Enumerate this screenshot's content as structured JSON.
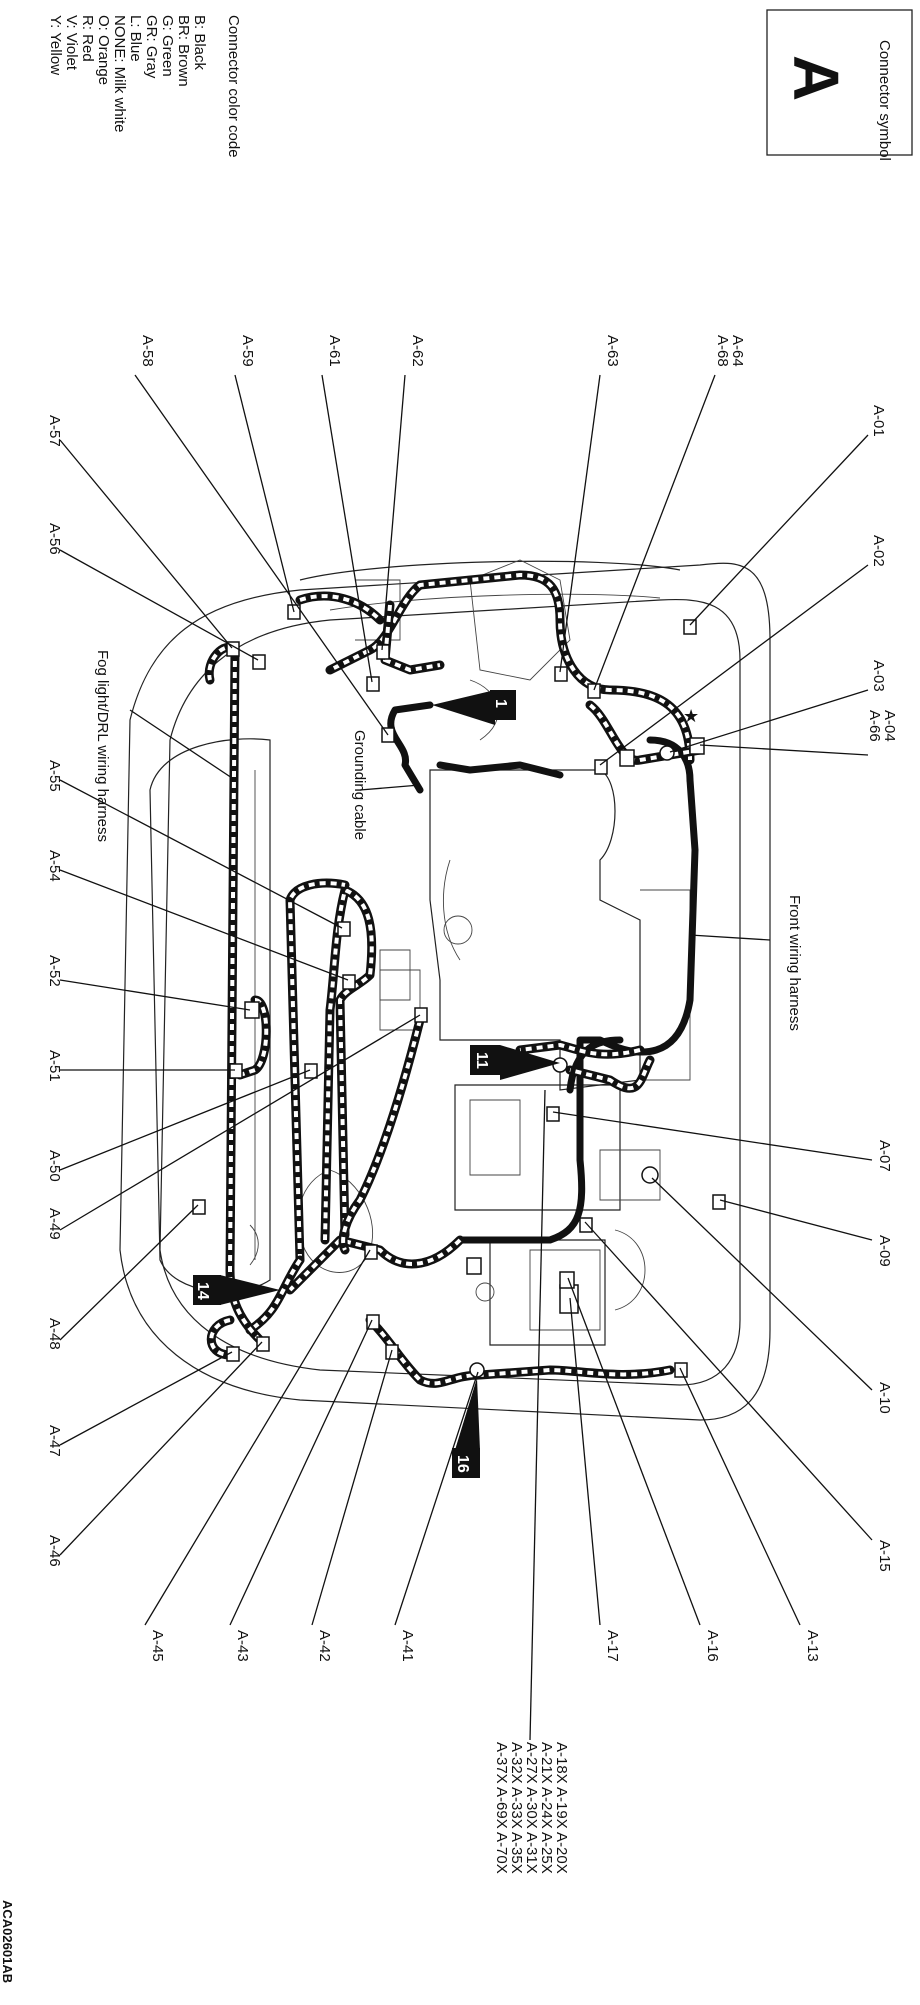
{
  "symbol_box": {
    "title": "Connector symbol",
    "letter": "A"
  },
  "color_code": {
    "title": "Connector color code",
    "entries": [
      "B: Black",
      "BR: Brown",
      "G: Green",
      "GR: Gray",
      "L: Blue",
      "NONE: Milk white",
      "O: Orange",
      "R: Red",
      "V: Violet",
      "Y: Yellow"
    ]
  },
  "callouts": [
    {
      "id": "A-01",
      "text": "A-01"
    },
    {
      "id": "A-02",
      "text": "A-02"
    },
    {
      "id": "A-03",
      "text": "A-03"
    },
    {
      "id": "A-04",
      "text": "A-04"
    },
    {
      "id": "A-66",
      "text": "A-66"
    },
    {
      "id": "A-07",
      "text": "A-07"
    },
    {
      "id": "A-09",
      "text": "A-09"
    },
    {
      "id": "A-10",
      "text": "A-10"
    },
    {
      "id": "A-15",
      "text": "A-15"
    },
    {
      "id": "A-13",
      "text": "A-13"
    },
    {
      "id": "A-16",
      "text": "A-16"
    },
    {
      "id": "A-17",
      "text": "A-17"
    },
    {
      "id": "A-41",
      "text": "A-41"
    },
    {
      "id": "A-42",
      "text": "A-42"
    },
    {
      "id": "A-43",
      "text": "A-43"
    },
    {
      "id": "A-45",
      "text": "A-45"
    },
    {
      "id": "A-46",
      "text": "A-46"
    },
    {
      "id": "A-47",
      "text": "A-47"
    },
    {
      "id": "A-48",
      "text": "A-48"
    },
    {
      "id": "A-49",
      "text": "A-49"
    },
    {
      "id": "A-50",
      "text": "A-50"
    },
    {
      "id": "A-51",
      "text": "A-51"
    },
    {
      "id": "A-52",
      "text": "A-52"
    },
    {
      "id": "A-54",
      "text": "A-54"
    },
    {
      "id": "A-55",
      "text": "A-55"
    },
    {
      "id": "A-56",
      "text": "A-56"
    },
    {
      "id": "A-57",
      "text": "A-57"
    },
    {
      "id": "A-58",
      "text": "A-58"
    },
    {
      "id": "A-59",
      "text": "A-59"
    },
    {
      "id": "A-61",
      "text": "A-61"
    },
    {
      "id": "A-62",
      "text": "A-62"
    },
    {
      "id": "A-63",
      "text": "A-63"
    },
    {
      "id": "A-64",
      "text": "A-64"
    },
    {
      "id": "A-68",
      "text": "A-68"
    }
  ],
  "junction_list": [
    "A-18X A-19X A-20X",
    "A-21X A-24X A-25X",
    "A-27X A-30X A-31X",
    "A-32X A-33X A-35X",
    "A-37X A-69X A-70X"
  ],
  "harness_labels": {
    "front": "Front wiring harness",
    "fog": "Fog light/DRL wiring harness",
    "ground": "Grounding cable"
  },
  "ground_markers": [
    "1",
    "11",
    "14",
    "16"
  ],
  "star": "★",
  "figure_code": "ACA02601AB"
}
